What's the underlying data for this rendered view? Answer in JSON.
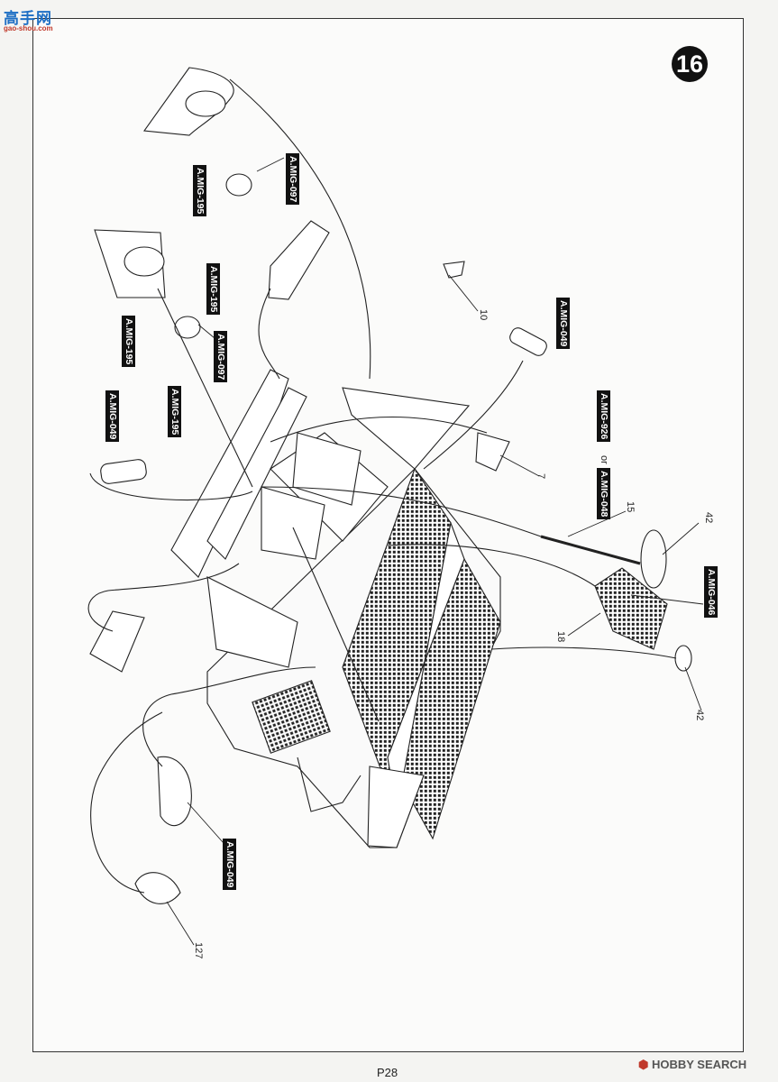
{
  "step": {
    "number": "16"
  },
  "paint_labels": {
    "top_mig_097": "A.MIG-097",
    "top_mig_195": "A.MIG-195",
    "left_mig_195_a": "A.MIG-195",
    "left_mig_195_b": "A.MIG-195",
    "left_mig_097": "A.MIG-097",
    "cyl_mig_049": "A.MIG-049",
    "cyl_mig_195": "A.MIG-195",
    "right_mig_049": "A.MIG-049",
    "rod_mig_926": "A.MIG-926",
    "rod_or": "or",
    "rod_mig_048": "A.MIG-048",
    "pedal_mig_046": "A.MIG-046",
    "lamp_mig_049": "A.MIG-049"
  },
  "part_numbers": {
    "p10": "10",
    "p7": "7",
    "p15": "15",
    "p42a": "42",
    "p18": "18",
    "p42b": "42",
    "p127": "127"
  },
  "footer": {
    "page": "P28"
  },
  "watermarks": {
    "top_main": "高手网",
    "top_sub": "gao-shou.com",
    "bottom_prefix": "⬢ ",
    "bottom_main": "HOBBY SEARCH"
  }
}
